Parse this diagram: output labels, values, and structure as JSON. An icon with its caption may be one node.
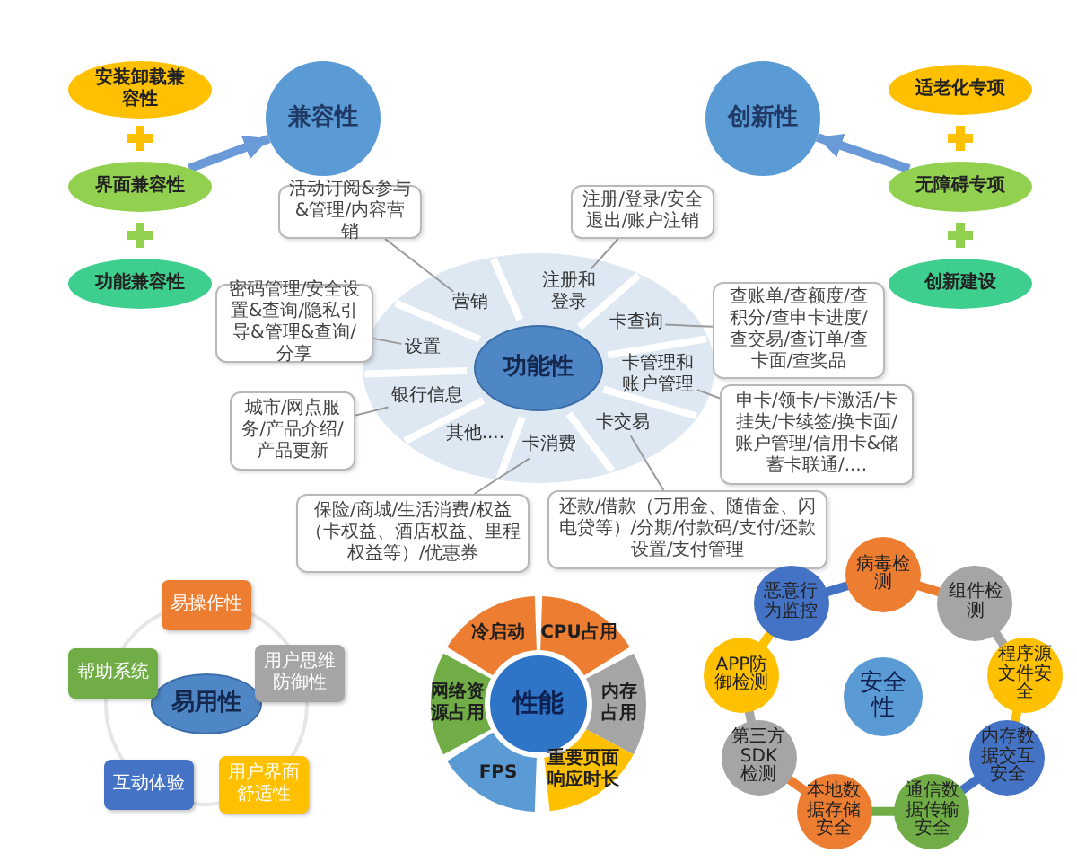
{
  "diagram": {
    "nodes": [
      {
        "text": [
          "安装卸载兼容性"
        ]
      },
      {
        "text": [
          "界面兼容性"
        ]
      },
      {
        "text": [
          "功能兼容性"
        ]
      },
      {
        "text": [
          "兼容性"
        ]
      },
      {
        "text": [
          "创新性"
        ]
      },
      {
        "text": [
          "适老化专项"
        ]
      },
      {
        "text": [
          "无障碍专项"
        ]
      },
      {
        "text": [
          "创新建设"
        ]
      },
      {
        "text": [
          "功能性"
        ]
      },
      {
        "text": [
          "注册和登录"
        ]
      },
      {
        "text": [
          "卡查询"
        ]
      },
      {
        "text": [
          "卡管理和账户管理"
        ]
      },
      {
        "text": [
          "卡交易"
        ]
      },
      {
        "text": [
          "卡消费"
        ]
      },
      {
        "text": [
          "其他...."
        ]
      },
      {
        "text": [
          "银行信息"
        ]
      },
      {
        "text": [
          "设置"
        ]
      },
      {
        "text": [
          "营销"
        ]
      },
      {
        "text": [
          "活动订阅&参与&管理/内容营销"
        ]
      },
      {
        "text": [
          "注册/登录/安全退出/账户注销"
        ]
      },
      {
        "text": [
          "查账单/查额度/查积分/查申卡进度/查交易/查订单/查卡面/查奖品"
        ]
      },
      {
        "text": [
          "密码管理/安全设置&查询/隐私引导&管理&查询/分享"
        ]
      },
      {
        "text": [
          "申卡/领卡/卡激活/卡挂失/卡续签/换卡面/账户管理/信用卡&储蓄卡联通/...."
        ]
      },
      {
        "text": [
          "城市/网点服务/产品介绍/产品更新"
        ]
      },
      {
        "text": [
          "还款/借款（万用金、随借金、闪电贷等）/分期/付款码/支付/还款设置/支付管理"
        ]
      },
      {
        "text": [
          "保险/商城/生活消费/权益（卡权益、酒店权益、里程权益等）/优惠券"
        ]
      },
      {
        "text": [
          "易用性"
        ]
      },
      {
        "text": [
          "易操作性"
        ]
      },
      {
        "text": [
          "用户思维防御性"
        ]
      },
      {
        "text": [
          "用户界面舒适性"
        ]
      },
      {
        "text": [
          "互动体验"
        ]
      },
      {
        "text": [
          "帮助系统"
        ]
      },
      {
        "text": [
          "性能"
        ]
      },
      {
        "text": [
          "冷启动"
        ]
      },
      {
        "text": [
          "CPU占用"
        ]
      },
      {
        "text": [
          "内存占用"
        ]
      },
      {
        "text": [
          "重要页面响应时长"
        ]
      },
      {
        "text": [
          "FPS"
        ]
      },
      {
        "text": [
          "网络资源占用"
        ]
      },
      {
        "text": [
          "安全性"
        ]
      },
      {
        "text": [
          "病毒检测"
        ]
      },
      {
        "text": [
          "组件检测"
        ]
      },
      {
        "text": [
          "程序源文件安全"
        ]
      },
      {
        "text": [
          "内存数据交互安全"
        ]
      },
      {
        "text": [
          "通信数据传输安全"
        ]
      },
      {
        "text": [
          "本地数据存储安全"
        ]
      },
      {
        "text": [
          "第三方SDK检测"
        ]
      },
      {
        "text": [
          "APP防御检测"
        ]
      },
      {
        "text": [
          "恶意行为监控"
        ]
      }
    ],
    "edges": [
      {
        "from": 1,
        "to": 3,
        "arrow": "to",
        "style": "thick",
        "color": "#6a9bd8"
      },
      {
        "from": 6,
        "to": 4,
        "arrow": "to",
        "style": "thick",
        "color": "#6a9bd8"
      },
      {
        "from": 18,
        "to": 17,
        "arrow": "none"
      },
      {
        "from": 19,
        "to": 9,
        "arrow": "none"
      },
      {
        "from": 20,
        "to": 10,
        "arrow": "none"
      },
      {
        "from": 21,
        "to": 16,
        "arrow": "none"
      },
      {
        "from": 22,
        "to": 11,
        "arrow": "none"
      },
      {
        "from": 23,
        "to": 15,
        "arrow": "none"
      },
      {
        "from": 24,
        "to": 12,
        "arrow": "none"
      },
      {
        "from": 25,
        "to": 13,
        "arrow": "none"
      }
    ]
  }
}
